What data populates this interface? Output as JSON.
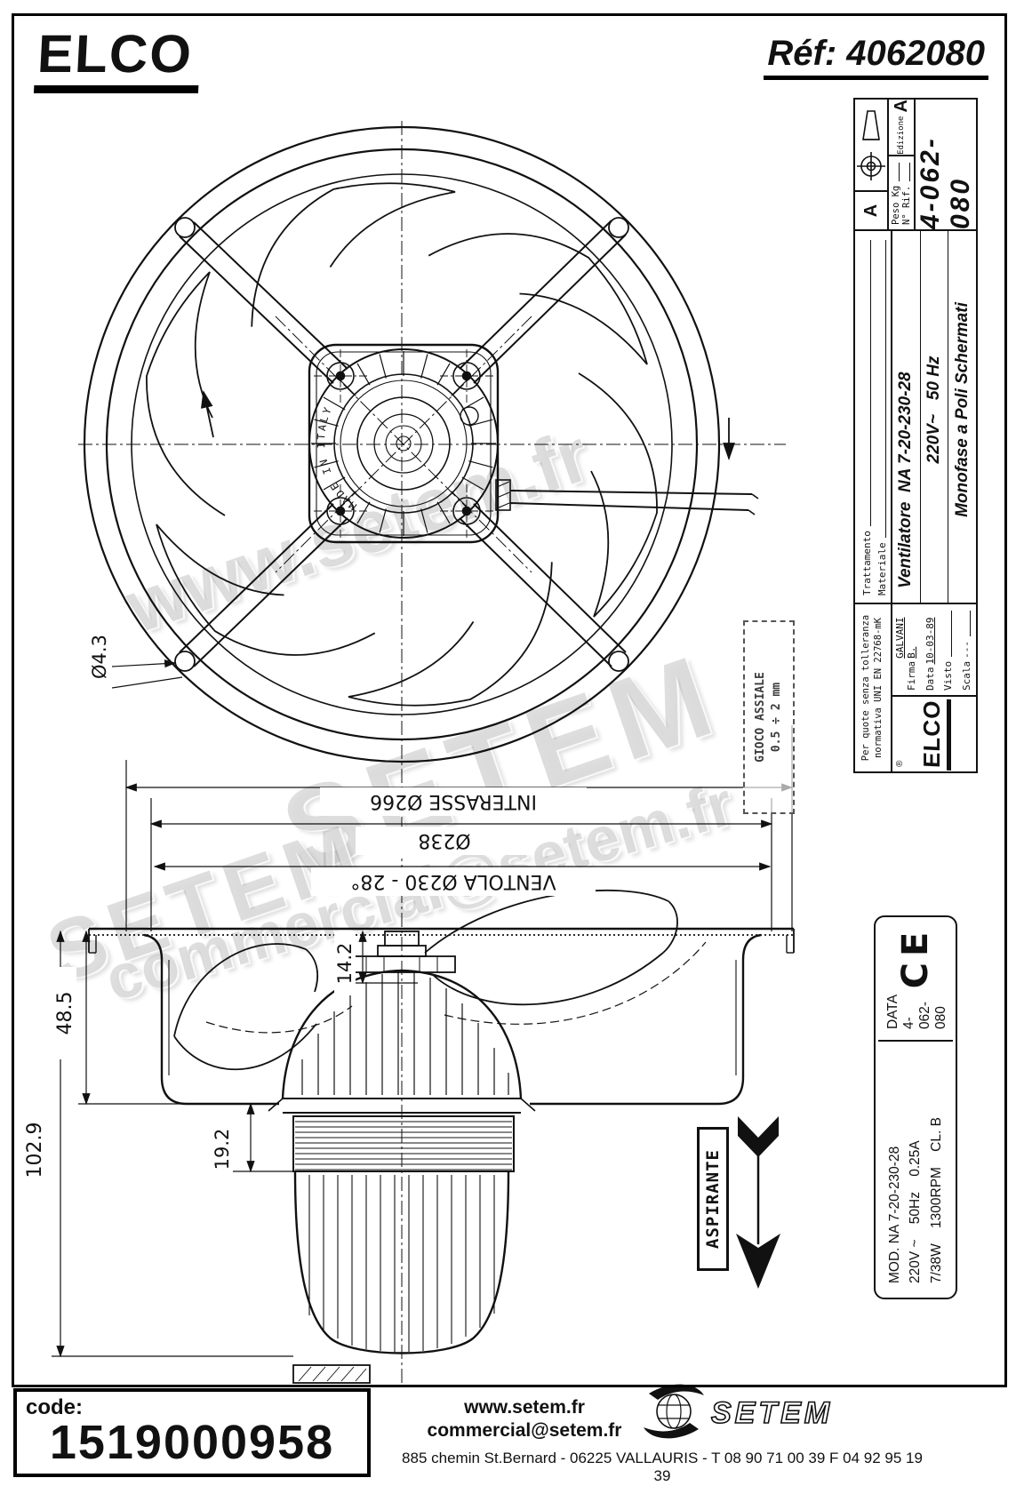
{
  "header": {
    "brand": "ELCO",
    "ref": "Réf: 4062080"
  },
  "title_block": {
    "tolerance_note_line1": "Per quote senza tolleranza",
    "tolerance_note_line2": "normativa UNI EN 22768-mK",
    "firma_label": "Firma",
    "firma_value": "GALVANI B.",
    "data_label": "Data",
    "data_value": "10-03-89",
    "visto_label": "Visto",
    "visto_value": "",
    "scala_label": "Scala",
    "scala_value": "---",
    "brand": "ELCO",
    "registered": "®",
    "trattamento_label": "Trattamento",
    "materiale_label": "Materiale",
    "product_name": "Ventilatore  NA 7-20-230-28",
    "product_voltage": "220V~   50 Hz",
    "product_type": "Monofase a Poli Schermati",
    "revision_letter": "A",
    "edizione_label": "Edizione",
    "edizione_value": "A",
    "peso_label": "Peso Kg",
    "rif_label": "N° Rif.",
    "drawing_number": "4-062-080"
  },
  "drawing": {
    "made_in": "MADE IN ITALY",
    "gioco_line1": "GIOCO ASSIALE",
    "gioco_line2": "0.5 ÷ 2 mm",
    "aspirante": "ASPIRANTE",
    "dim_hole": "Ø4.3",
    "dim_interasse": "INTERASSE Ø266",
    "dim_diameter": "Ø238",
    "dim_ventola": "VENTOLA Ø230 - 28°",
    "dim_total_height": "102.9",
    "dim_bowl_depth": "48.5",
    "dim_hub": "14.2",
    "dim_stack": "19.2"
  },
  "data_plate": {
    "ce_mark": "CE",
    "data_label": "DATA",
    "number": "4-062-080",
    "model": "MOD. NA 7-20-230-28",
    "electrical": "220V ~    50Hz    0.25A",
    "performance": "7/38W    1300RPM    CL. B"
  },
  "footer": {
    "code_label": "code:",
    "code_value": "1519000958",
    "website": "www.setem.fr",
    "email": "commercial@setem.fr",
    "address": "885 chemin St.Bernard  -  06225 VALLAURIS  -  T 08 90 71 00 39   F 04 92 95 19 39",
    "logo_text": "SETEM"
  },
  "watermarks": {
    "w1": "www.setem.fr",
    "w2": "SETEM",
    "w3": "commercial@setem.fr",
    "w4": "SETEM"
  }
}
